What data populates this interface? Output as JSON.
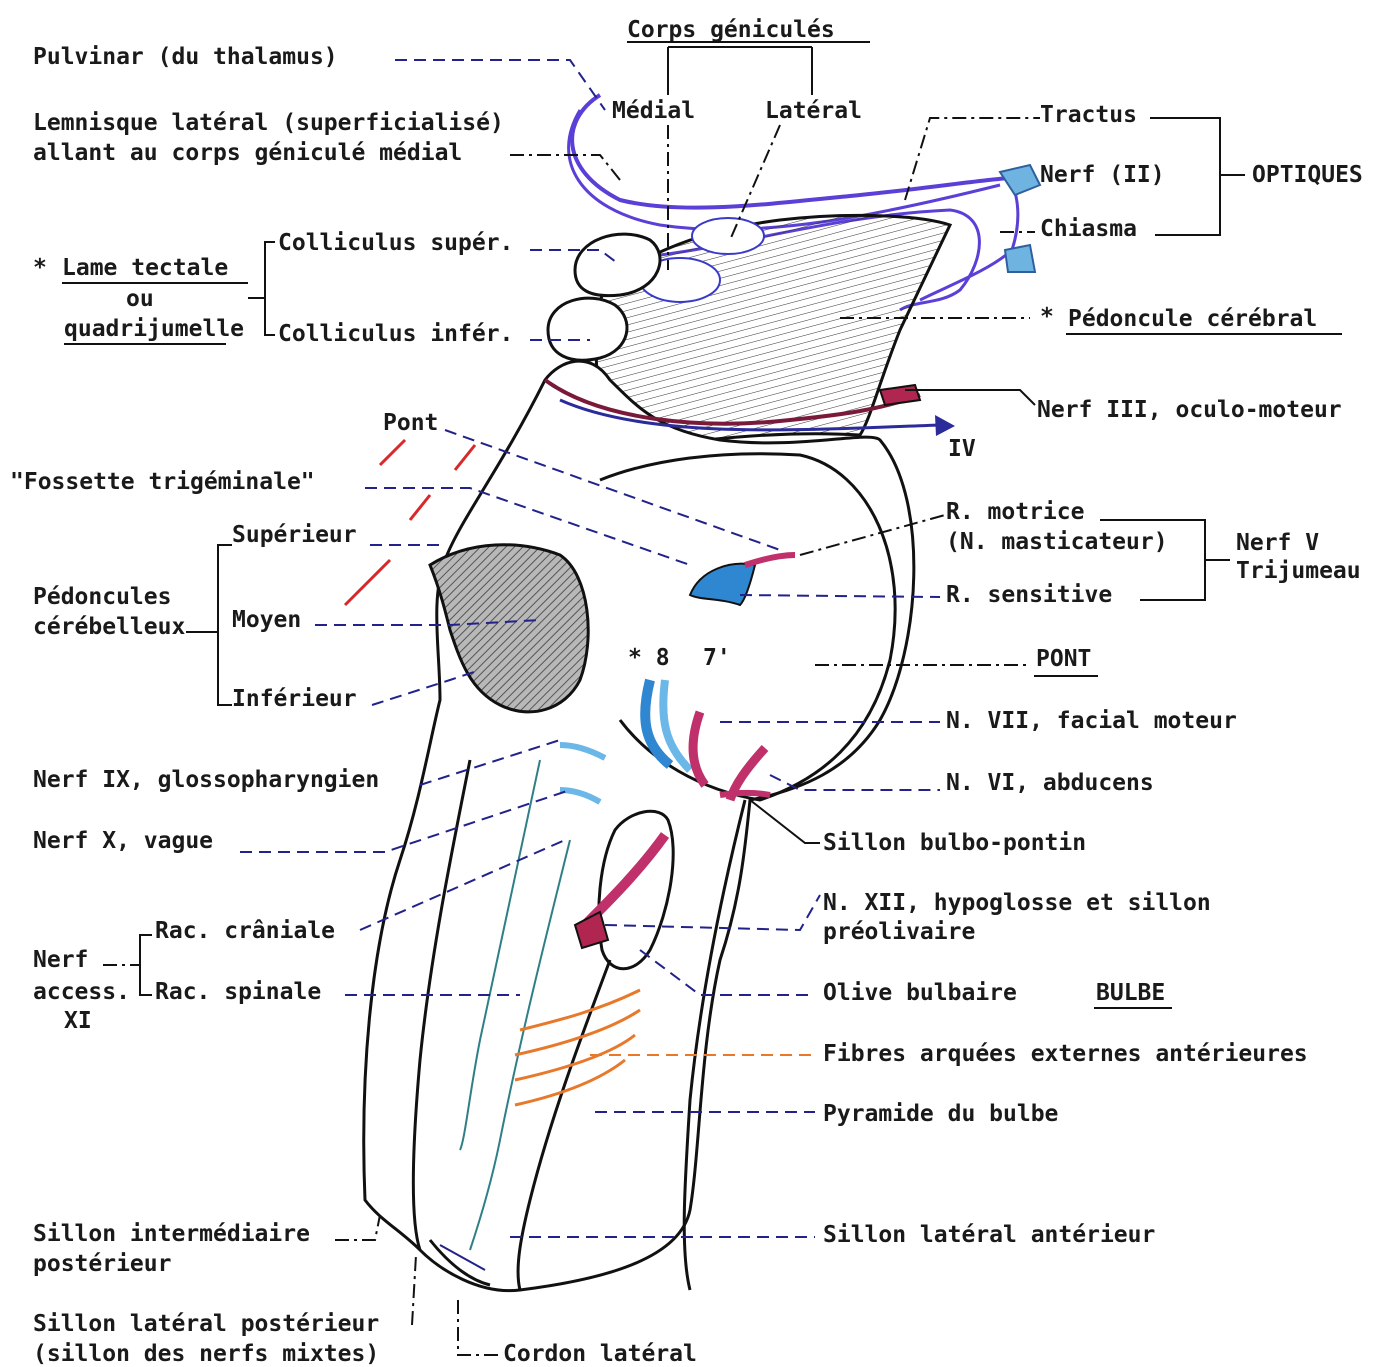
{
  "labels": {
    "corps_genicules": "Corps géniculés",
    "medial": "Médial",
    "lateral": "Latéral",
    "pulvinar": "Pulvinar (du thalamus)",
    "lemnisque_1": "Lemnisque latéral (superficialisé)",
    "lemnisque_2": "allant au corps géniculé médial",
    "tractus": "Tractus",
    "nerf_ii": "Nerf (II)",
    "chiasma": "Chiasma",
    "optiques": "OPTIQUES",
    "lame_star": "*",
    "lame_tectale": "Lame tectale",
    "ou": "ou",
    "quadrijumelle": "quadrijumelle",
    "colliculus_super": "Colliculus supér.",
    "colliculus_infer": "Colliculus infér.",
    "pedoncule_star": "*",
    "pedoncule_cerebral": "Pédoncule cérébral",
    "nerf_iii": "Nerf III, oculo-moteur",
    "iv": "IV",
    "pont_top": "Pont",
    "fossette": "\"Fossette trigéminale\"",
    "r_motrice": "R. motrice",
    "n_masticateur": "(N. masticateur)",
    "nerf_v": "Nerf V",
    "trijumeau": "Trijumeau",
    "r_sensitive": "R. sensitive",
    "pedoncules_1": "Pédoncules",
    "pedoncules_2": "cérébelleux",
    "superieur": "Supérieur",
    "moyen": "Moyen",
    "inferieur": "Inférieur",
    "num_star": "* 8",
    "num_7": "7'",
    "pont_right": "PONT",
    "n_vii": "N. VII, facial moteur",
    "n_vi": "N. VI, abducens",
    "nerf_ix": "Nerf IX, glossopharyngien",
    "nerf_x": "Nerf X, vague",
    "sillon_bulbo": "Sillon bulbo-pontin",
    "n_xii_1": "N. XII, hypoglosse et sillon",
    "n_xii_2": "préolivaire",
    "rac_craniale": "Rac. crâniale",
    "nerf_access_1": "Nerf",
    "nerf_access_2": "access.",
    "nerf_access_3": "XI",
    "rac_spinale": "Rac. spinale",
    "olive": "Olive bulbaire",
    "bulbe": "BULBE",
    "fibres": "Fibres arquées externes antérieures",
    "pyramide": "Pyramide du bulbe",
    "sillon_inter_1": "Sillon intermédiaire",
    "sillon_inter_2": "postérieur",
    "sillon_lat_ant": "Sillon latéral antérieur",
    "sillon_lat_post_1": "Sillon latéral postérieur",
    "sillon_lat_post_2": "(sillon des nerfs mixtes)",
    "cordon_lateral": "Cordon latéral"
  },
  "colors": {
    "leader_blue": "#22228a",
    "optic_purple": "#5b3fd6",
    "nerve_blue": "#2f86d1",
    "nerve_magenta": "#c0306a",
    "nerve_red_dark": "#7a1a3a",
    "fibre_orange": "#e8782a",
    "nerve_teal": "#2f7f86",
    "red_marker": "#d8282a",
    "hatch_fill": "#9a9a9a"
  }
}
